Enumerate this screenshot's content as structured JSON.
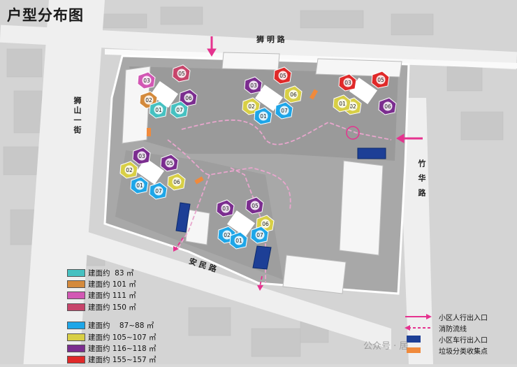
{
  "title": "户型分布图",
  "roads": {
    "north": "狮 明 路",
    "west": "狮山一街",
    "south": "安 民 路",
    "east": "竹 华 路"
  },
  "unit_legend": [
    {
      "color": "#46c1c1",
      "text": "建面约  83 ㎡"
    },
    {
      "color": "#d48a3c",
      "text": "建面约 101 ㎡"
    },
    {
      "color": "#d258b4",
      "text": "建面约 111 ㎡"
    },
    {
      "color": "#c7456b",
      "text": "建面约 150 ㎡"
    },
    {
      "color": "#1ea6e8",
      "text": "建面约    87~88 ㎡"
    },
    {
      "color": "#d8cf45",
      "text": "建面约 105~107 ㎡"
    },
    {
      "color": "#7b2d8f",
      "text": "建面约 116~118 ㎡"
    },
    {
      "color": "#e02929",
      "text": "建面约 155~157 ㎡"
    }
  ],
  "symbol_legend": [
    {
      "symbol": "pink-arrow",
      "color": "#e5338f",
      "text": "小区人行出入口"
    },
    {
      "symbol": "pink-dash",
      "color": "#e5338f",
      "text": "消防流线"
    },
    {
      "symbol": "blue-block",
      "color": "#1d3f96",
      "text": "小区车行出入口"
    },
    {
      "symbol": "orange-block",
      "color": "#f08a3c",
      "text": "垃圾分类收集点"
    }
  ],
  "watermark": "公众号 · 居",
  "unit_numbers": [
    "01",
    "02",
    "03",
    "05",
    "06",
    "07"
  ]
}
